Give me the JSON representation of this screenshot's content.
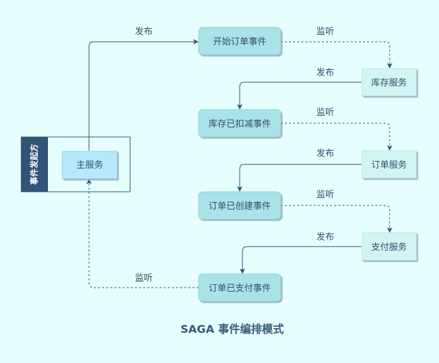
{
  "title": "SAGA 事件编排模式",
  "swimlane": {
    "label": "事件发起方"
  },
  "nodes": {
    "main_service": "主服务",
    "start_order_event": "开始订单事件",
    "inventory_service": "库存服务",
    "inventory_deducted_event": "库存已扣减事件",
    "order_service": "订单服务",
    "order_created_event": "订单已创建事件",
    "payment_service": "支付服务",
    "order_paid_event": "订单已支付事件"
  },
  "edges": {
    "main_publish": "发布",
    "start_listen": "监听",
    "inventory_publish": "发布",
    "deducted_listen": "监听",
    "order_publish": "发布",
    "created_listen": "监听",
    "payment_publish": "发布",
    "paid_listen": "监听"
  },
  "colors": {
    "background": "#e6fffe",
    "event_fill": "#a9e2e8",
    "service_fill": "#d2f4f4",
    "main_fill": "#b5e8fb",
    "lane_header": "#2f5475",
    "line": "#2f5475",
    "text": "#2f4f6b"
  }
}
